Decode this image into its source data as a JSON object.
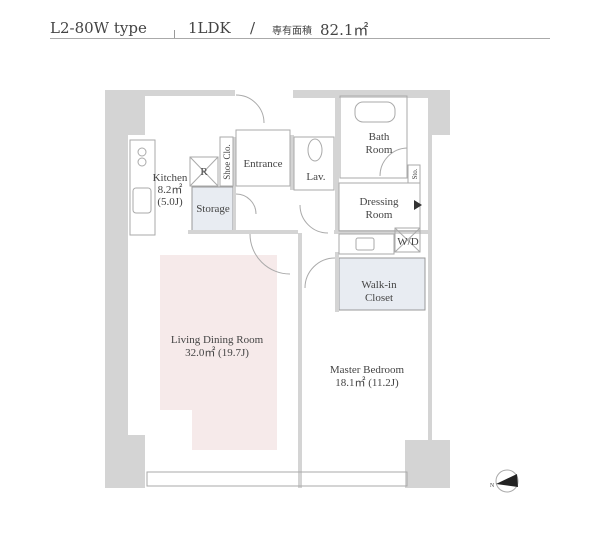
{
  "header": {
    "type": "L2-80W type",
    "layout": "1LDK",
    "slash": "/",
    "area_label": "専有面積",
    "area": "82.1㎡"
  },
  "rooms": {
    "kitchen": {
      "name": "Kitchen",
      "area": "8.2㎡",
      "jo": "(5.0J)"
    },
    "refrigerator": "R",
    "shoe_closet": "Shoe Clo.",
    "entrance": "Entrance",
    "storage": "Storage",
    "lavatory": "Lav.",
    "bath": {
      "line1": "Bath",
      "line2": "Room"
    },
    "sto": "Sto.",
    "dressing": {
      "line1": "Dressing",
      "line2": "Room"
    },
    "washer_dryer": "W/D",
    "walkin": {
      "line1": "Walk-in",
      "line2": "Closet"
    },
    "living": {
      "name": "Living Dining Room",
      "area": "32.0㎡  (19.7J)"
    },
    "bedroom": {
      "name": "Master Bedroom",
      "area": "18.1㎡  (11.2J)"
    }
  },
  "compass": "N",
  "colors": {
    "wall": "#d4d4d4",
    "living_fill": "#f6eaea",
    "closet_fill": "#e8ecf2"
  }
}
